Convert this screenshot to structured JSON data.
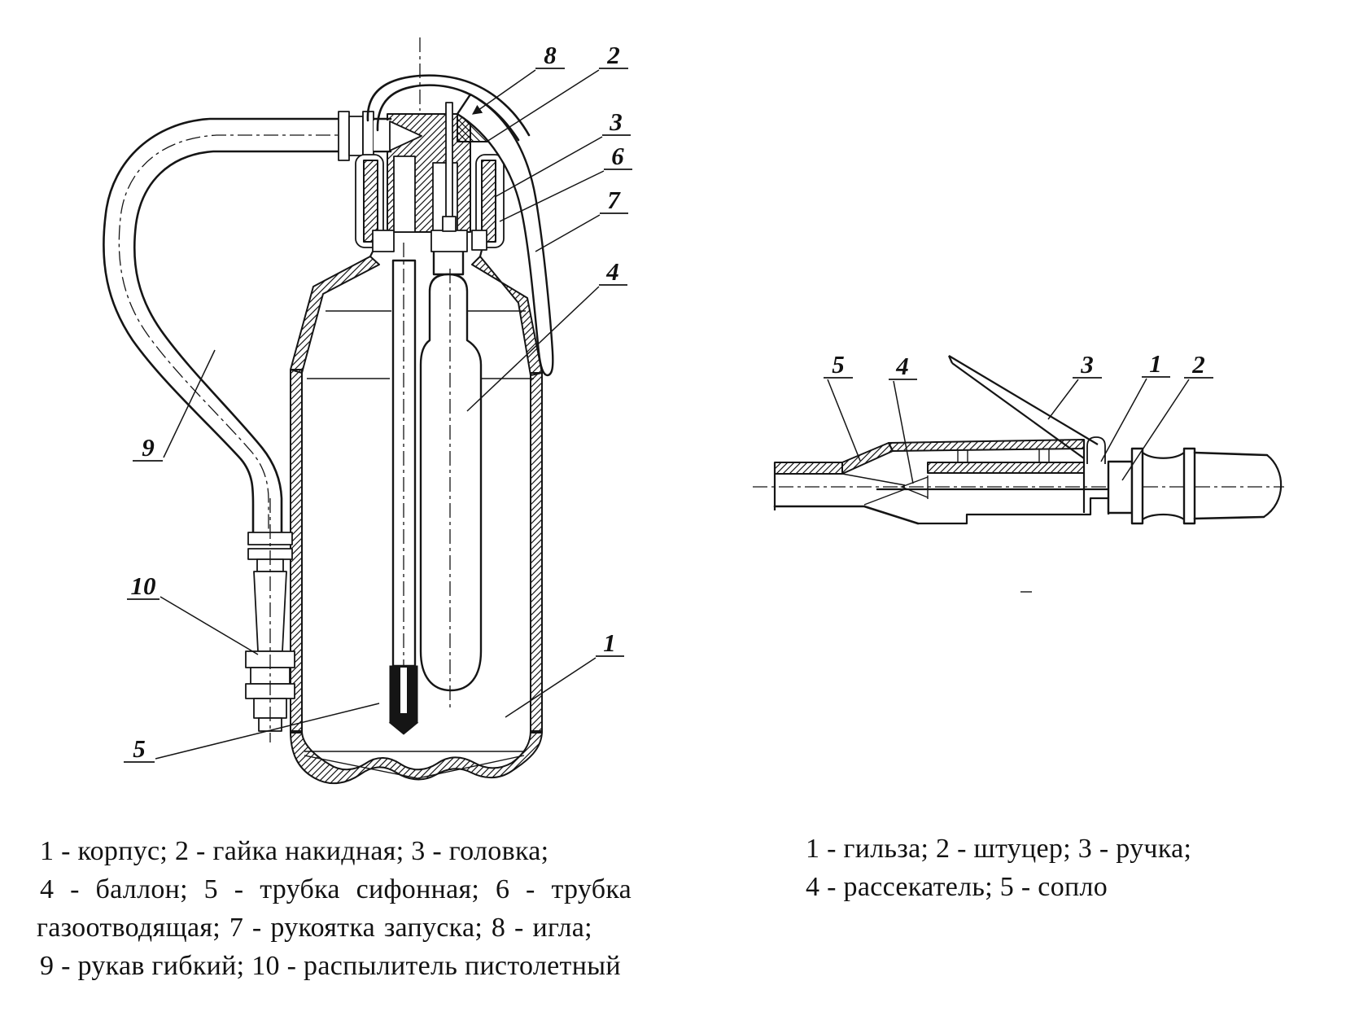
{
  "page": {
    "background_color": "#ffffff",
    "ink_color": "#151515"
  },
  "figure_extinguisher": {
    "callouts": [
      {
        "number": "8"
      },
      {
        "number": "2"
      },
      {
        "number": "3"
      },
      {
        "number": "6"
      },
      {
        "number": "7"
      },
      {
        "number": "4"
      },
      {
        "number": "1"
      },
      {
        "number": "9"
      },
      {
        "number": "10"
      },
      {
        "number": "5"
      }
    ]
  },
  "figure_nozzle": {
    "callouts": [
      {
        "number": "5"
      },
      {
        "number": "4"
      },
      {
        "number": "3"
      },
      {
        "number": "1"
      },
      {
        "number": "2"
      }
    ]
  },
  "caption_left": {
    "lines": [
      "1 - корпус; 2 - гайка накидная; 3 - головка;",
      "4 - баллон; 5 - трубка сифонная; 6 - трубка",
      "газоотводящая; 7 - рукоятка запуска; 8 - игла;",
      "9 - рукав гибкий; 10 - распылитель пистолетный"
    ]
  },
  "caption_right": {
    "lines": [
      "1 - гильза; 2 - штуцер; 3 - ручка;",
      "4 - рассекатель; 5 - сопло"
    ]
  }
}
